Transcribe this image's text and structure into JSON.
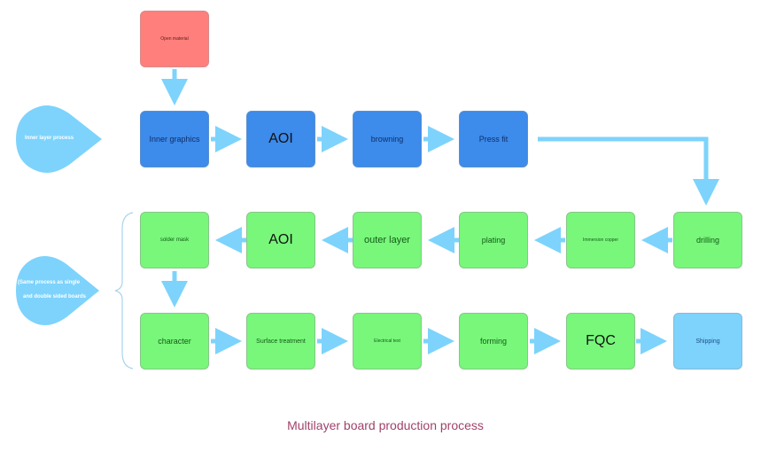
{
  "diagram": {
    "title": "Multilayer board production process",
    "groups": [
      {
        "label": "Inner layer process"
      },
      {
        "label_line1": "(Same process as single",
        "label_line2": "and double sided boards"
      }
    ],
    "nodes": {
      "start": "Open material",
      "inner_graphics": "Inner graphics",
      "aoi_1": "AOI",
      "browning": "browning",
      "press_fit": "Press fit",
      "drilling": "drilling",
      "immersion_copper": "Immersion copper",
      "plating": "plating",
      "outer_layer": "outer layer",
      "aoi_2": "AOI",
      "solder_mask": "solder mask",
      "character": "character",
      "surface_treatment": "Surface treatment",
      "electrical_test": "Electrical test",
      "forming": "forming",
      "fqc": "FQC",
      "shipping": "Shipping"
    },
    "colors": {
      "arrow": "#7dd3fc",
      "inner_process": "#3d8bea",
      "outer_process": "#78f77a",
      "start": "#ff7f7c",
      "end": "#7dd3fc",
      "title": "#a0426a"
    }
  }
}
